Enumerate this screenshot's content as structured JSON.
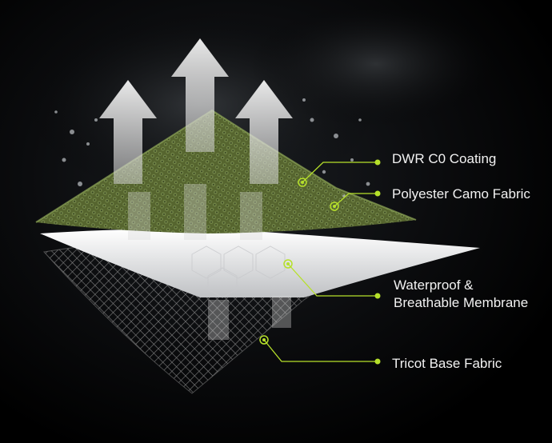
{
  "layers": {
    "dwr": {
      "label": "DWR C0 Coating"
    },
    "polyester": {
      "label": "Polyester Camo Fabric"
    },
    "membrane": {
      "line1": "Waterproof &",
      "line2": "Breathable Membrane"
    },
    "tricot": {
      "label": "Tricot Base Fabric"
    }
  },
  "colors": {
    "background": "#000000",
    "accent": "#b6e12a",
    "fabric_green": "#5a6b34",
    "membrane_white": "#e8e8ea",
    "tricot_grey": "#8a8a8a",
    "text": "#f2f2f2"
  },
  "icons": [
    "vapor-arrow-icon"
  ]
}
